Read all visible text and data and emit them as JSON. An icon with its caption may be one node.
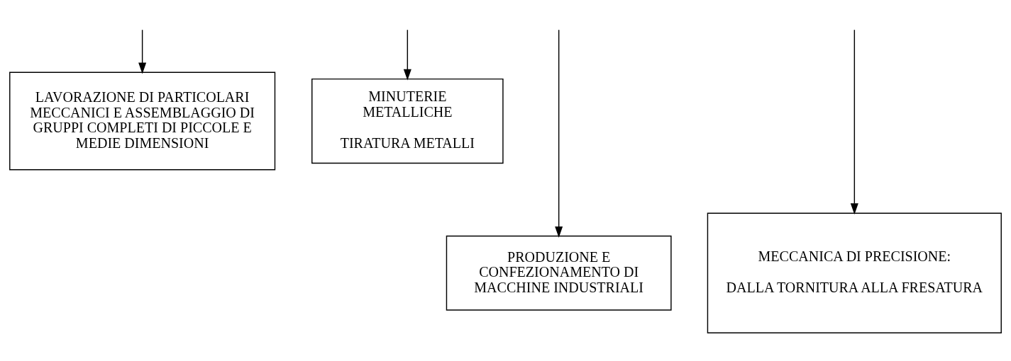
{
  "diagram": {
    "nodes": [
      {
        "text": [
          "LAVORAZIONE DI PARTICOLARI MECCANICI E ASSEMBLAGGIO DI GRUPPI COMPLETI DI PICCOLE E MEDIE DIMENSIONI"
        ]
      },
      {
        "text": [
          "MINUTERIE METALLICHE",
          "TIRATURA METALLI"
        ]
      },
      {
        "text": [
          "PRODUZIONE E CONFEZIONAMENTO DI MACCHINE INDUSTRIALI"
        ]
      },
      {
        "text": [
          "MECCANICA DI PRECISIONE:",
          "DALLA TORNITURA ALLA FRESATURA"
        ]
      }
    ],
    "edges": [
      {
        "from": null,
        "to": 0,
        "arrow": "to"
      },
      {
        "from": null,
        "to": 2,
        "arrow": "to"
      },
      {
        "from": null,
        "to": 3,
        "arrow": "to"
      },
      {
        "from": null,
        "to": 1,
        "arrow": "to"
      }
    ]
  }
}
